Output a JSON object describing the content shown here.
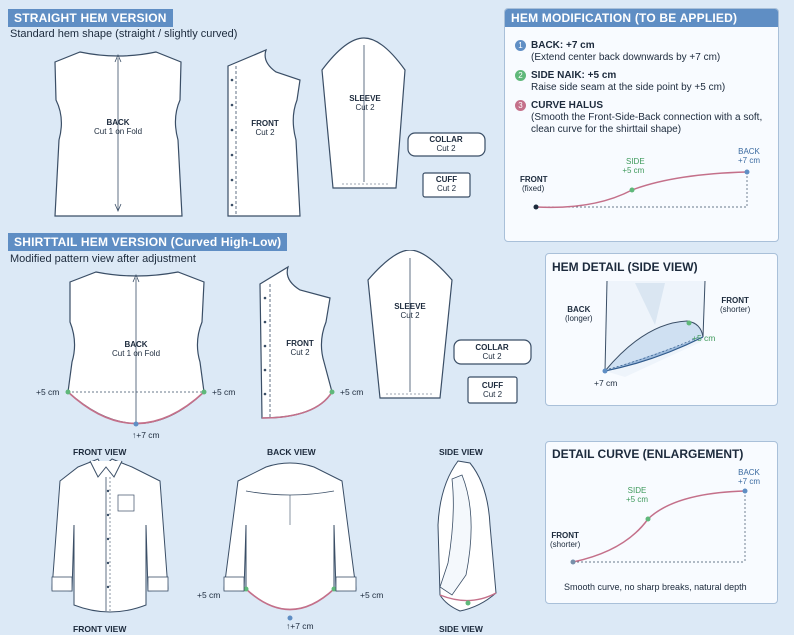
{
  "sections": {
    "straight_title": "STRAIGHT HEM VERSION",
    "straight_subtitle": "Standard hem shape (straight / slightly curved)",
    "shirttail_title": "SHIRTTAIL HEM VERSION (Curved High-Low)",
    "shirttail_subtitle": "Modified pattern view after adjustment"
  },
  "pieces": {
    "back": "BACK",
    "back_cut": "Cut 1 on Fold",
    "front": "FRONT",
    "front_cut": "Cut 2",
    "sleeve": "SLEEVE",
    "sleeve_cut": "Cut 2",
    "collar": "COLLAR",
    "collar_cut": "Cut 2",
    "cuff": "CUFF",
    "cuff_cut": "Cut 2"
  },
  "measurements": {
    "side": "+5 cm",
    "back_arrow": "↑+7 cm",
    "back_plain": "+7 cm"
  },
  "modification": {
    "title": "HEM MODIFICATION (TO BE APPLIED)",
    "items": [
      {
        "num": "1",
        "head": "BACK: +7 cm",
        "desc": "(Extend center back downwards by +7 cm)",
        "color": "#5f8ec4"
      },
      {
        "num": "2",
        "head": "SIDE NAIK: +5 cm",
        "desc": "Raise side seam at the side point by +5 cm)",
        "color": "#5fb87a"
      },
      {
        "num": "3",
        "head": "CURVE HALUS",
        "desc": "(Smooth the Front-Side-Back connection with a soft, clean curve for the shirttail shape)",
        "color": "#c4708a"
      }
    ],
    "chart": {
      "front": "FRONT",
      "front_sub": "(fixed)",
      "side": "SIDE",
      "side_val": "+5 cm",
      "back": "BACK",
      "back_val": "+7 cm"
    }
  },
  "hem_detail": {
    "title": "HEM DETAIL (SIDE VIEW)",
    "back": "BACK",
    "back_sub": "(longer)",
    "front": "FRONT",
    "front_sub": "(shorter)",
    "side_val": "+5 cm",
    "back_val": "+7 cm"
  },
  "detail_curve": {
    "title": "DETAIL CURVE (ENLARGEMENT)",
    "front": "FRONT",
    "front_sub": "(shorter)",
    "side": "SIDE",
    "side_val": "+5 cm",
    "back": "BACK",
    "back_val": "+7 cm",
    "caption": "Smooth curve, no sharp breaks, natural depth"
  },
  "views": {
    "front": "FRONT VIEW",
    "back": "BACK VIEW",
    "side": "SIDE VIEW"
  },
  "colors": {
    "accent": "#5f8ec4",
    "curve": "#c4708a",
    "green": "#5fb87a",
    "line": "#3a4e66"
  }
}
